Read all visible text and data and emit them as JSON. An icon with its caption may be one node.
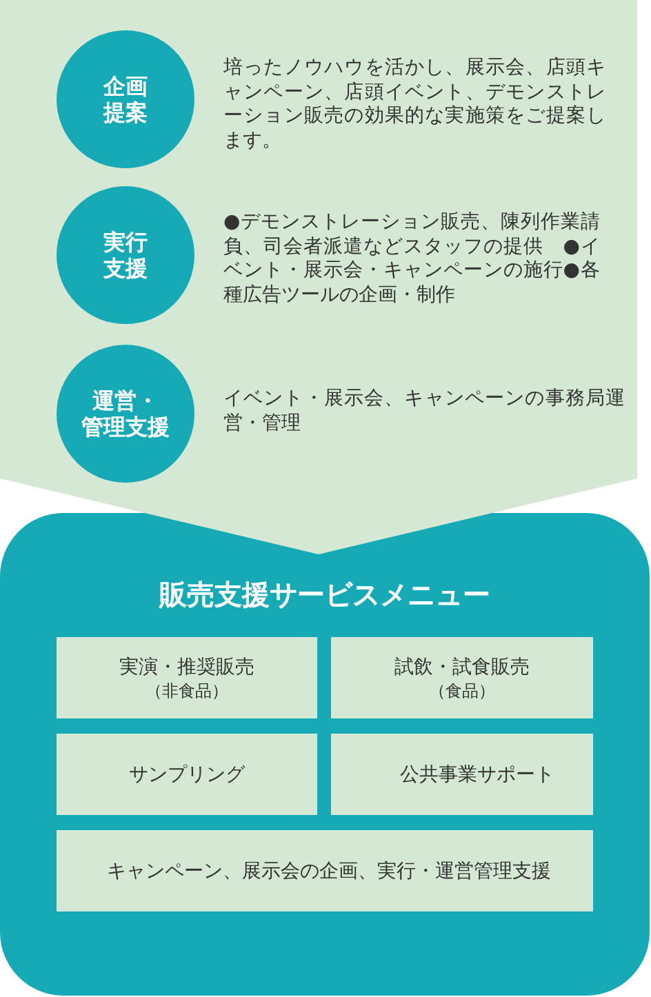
{
  "diagram": {
    "nodes": [
      {
        "text": [],
        "shape": "chevron"
      },
      {
        "text": [
          "企画提案"
        ],
        "in": 0,
        "beside": [
          "培ったノウハウを活かし、展示会、店頭キャンペーン、店頭イベント、デモンストレーション販売の効果的な実施策をご提案します。"
        ]
      },
      {
        "text": [
          "実行支援"
        ],
        "in": 0,
        "beside": [
          "●デモンストレーション販売、陳列作業請負、司会者派遣などスタッフの提供　●イベント・展示会・キャンペーンの施行●各種広告ツールの企画・制作"
        ]
      },
      {
        "text": [
          "運営・管理支援"
        ],
        "in": 0,
        "beside": [
          "イベント・展示会、キャンペーンの事務局運営・管理"
        ]
      },
      {
        "text": [
          "販売支援サービスメニュー"
        ]
      },
      {
        "text": [
          "実演・推奨販売",
          "（非食品）"
        ],
        "in": 4
      },
      {
        "text": [
          "試飲・試食販売",
          "（食品）"
        ],
        "in": 4
      },
      {
        "text": [
          "サンプリング"
        ],
        "in": 4
      },
      {
        "text": [
          "公共事業サポート"
        ],
        "in": 4
      },
      {
        "text": [
          "キャンペーン、展示会の企画、実行・運営管理支援"
        ],
        "in": 4
      }
    ]
  }
}
